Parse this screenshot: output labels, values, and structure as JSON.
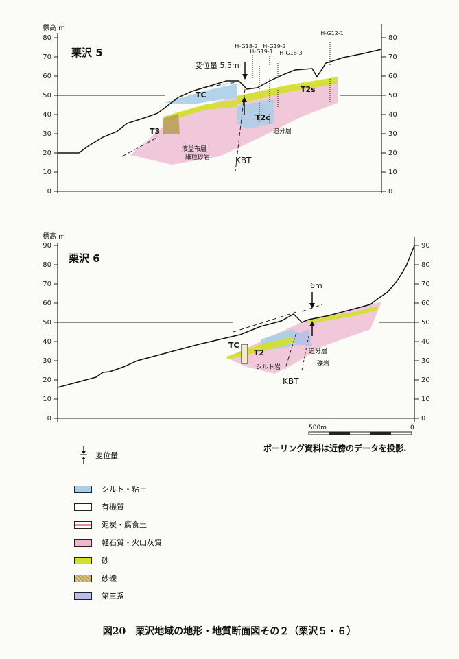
{
  "section1": {
    "title": "栗沢 5",
    "y_axis_label": "標高 m",
    "ticks": [
      "0",
      "10",
      "20",
      "30",
      "40",
      "50",
      "60",
      "70",
      "80"
    ],
    "displacement": "変位量 5.5m",
    "boreholes": [
      "H-G18-2",
      "H-G19-1",
      "H-G19-2",
      "H-G18-3",
      "H-G12-1"
    ],
    "labels": {
      "tc": "TC",
      "t2s": "T2s",
      "t2c": "T2c",
      "t3": "T3",
      "kbt": "KBT",
      "oiwake": "追分層",
      "hamamasu_1": "濱益布層",
      "hamamasu_2": "細粒砂岩"
    }
  },
  "section2": {
    "title": "栗沢 6",
    "y_axis_label": "標高 m",
    "ticks": [
      "0",
      "10",
      "20",
      "30",
      "40",
      "50",
      "60",
      "70",
      "80",
      "90"
    ],
    "displacement": "6m",
    "labels": {
      "tc": "TC",
      "t2": "T2",
      "kbt": "KBT",
      "oiwake": "追分層",
      "silt_rock": "シルト岩",
      "conglomerate": "礫岩"
    },
    "scale_left": "500m",
    "scale_right": "0"
  },
  "displacement_legend": "変位量",
  "note": "ボーリング資料は近傍のデータを投影.",
  "legend": [
    {
      "label": "シルト・粘土",
      "color": "#a9cfe8"
    },
    {
      "label": "有機質",
      "color": "#ffffff"
    },
    {
      "label": "泥炭・腐食土",
      "color": "#c8192b"
    },
    {
      "label": "軽石質・火山灰質",
      "color": "#efb8cf"
    },
    {
      "label": "砂",
      "color": "#d2e02a"
    },
    {
      "label": "砂礫",
      "color": "#b8a058"
    },
    {
      "label": "第三系",
      "color": "#b9bfe8"
    }
  ],
  "caption": "図20　栗沢地域の地形・地質断面図その２（栗沢５・６）"
}
